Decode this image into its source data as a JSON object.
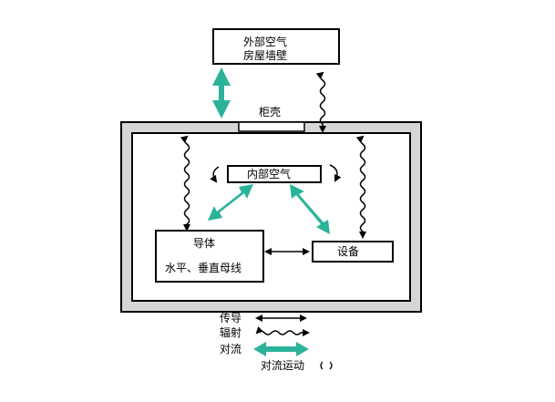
{
  "outside_box": {
    "line1": "外部空气",
    "line2": "房屋墙壁"
  },
  "cabinet_label": "柜壳",
  "internal_air_label": "内部空气",
  "conductor_box": {
    "title": "导体",
    "subtitle": "水平、垂直母线"
  },
  "equipment_label": "设备",
  "legend": {
    "conduction": "传导",
    "radiation": "辐射",
    "convection": "对流",
    "convective_motion": "对流运动"
  },
  "colors": {
    "convection_arrow": "#2bb39a",
    "line": "#000000",
    "cabinet_gray": "#d6d6d6"
  }
}
